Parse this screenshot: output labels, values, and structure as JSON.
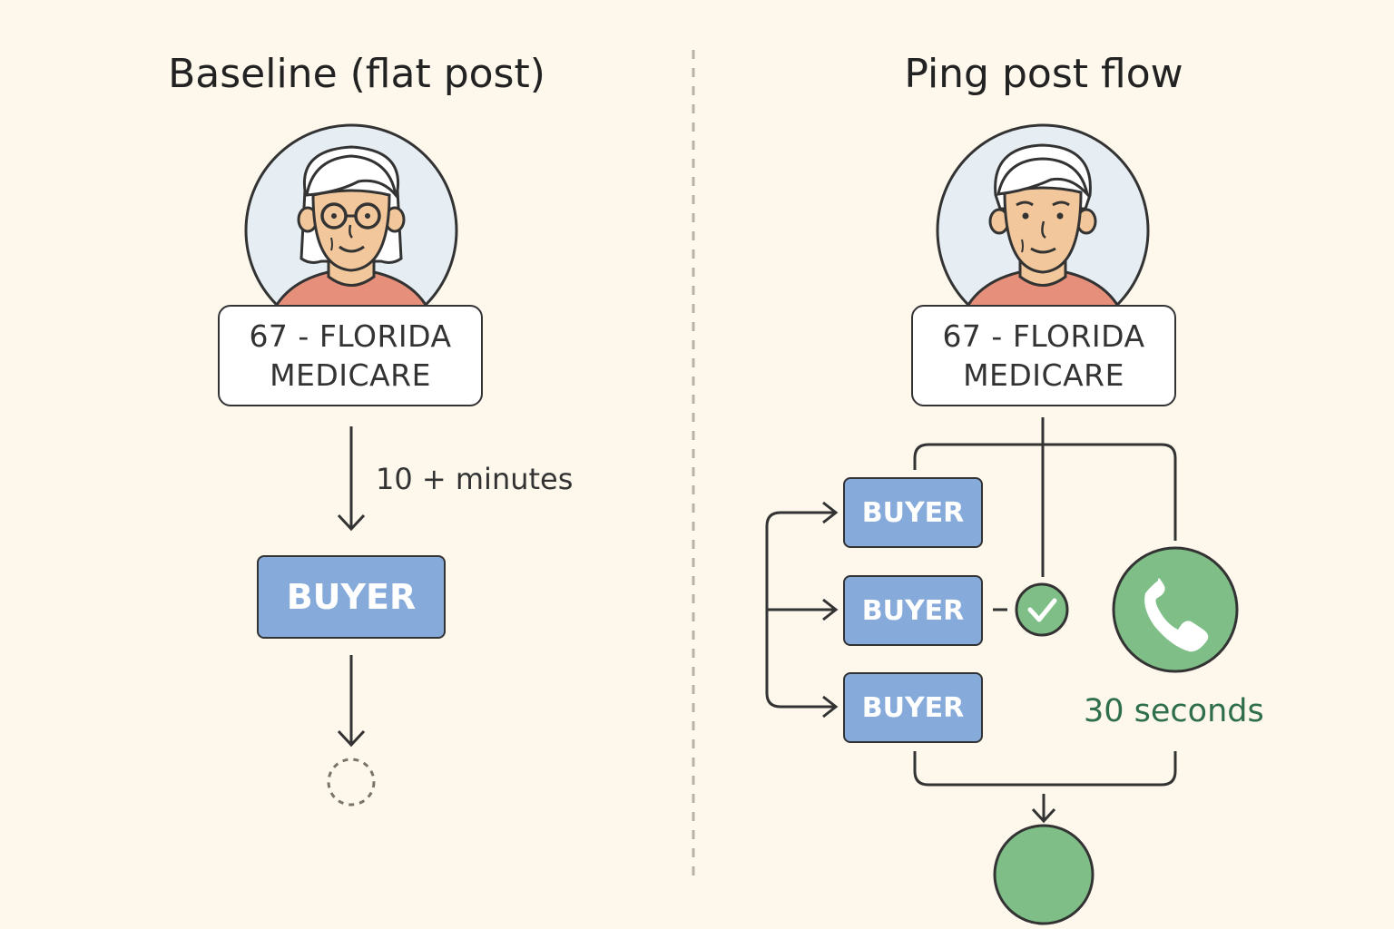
{
  "baseline": {
    "title": "Baseline (flat post)",
    "lead_line1": "67 - FLORIDA",
    "lead_line2": "MEDICARE",
    "delay_label": "10 + minutes",
    "buyer_label": "BUYER",
    "outcome": "no-connection (dashed circle)"
  },
  "pingpost": {
    "title": "Ping post flow",
    "lead_line1": "67 - FLORIDA",
    "lead_line2": "MEDICARE",
    "buyers": [
      "BUYER",
      "BUYER",
      "BUYER"
    ],
    "accepted_buyer_index": 1,
    "time_label": "30 seconds",
    "call_icon": "phone-icon",
    "accept_icon": "checkmark-icon"
  },
  "colors": {
    "background": "#fdf7ec",
    "buyer": "#86abdb",
    "green": "#7fbf87",
    "green_text": "#2f6e4a",
    "avatar_bg": "#e6eef3",
    "skin": "#f2c79b",
    "shirt": "#e6907c"
  }
}
